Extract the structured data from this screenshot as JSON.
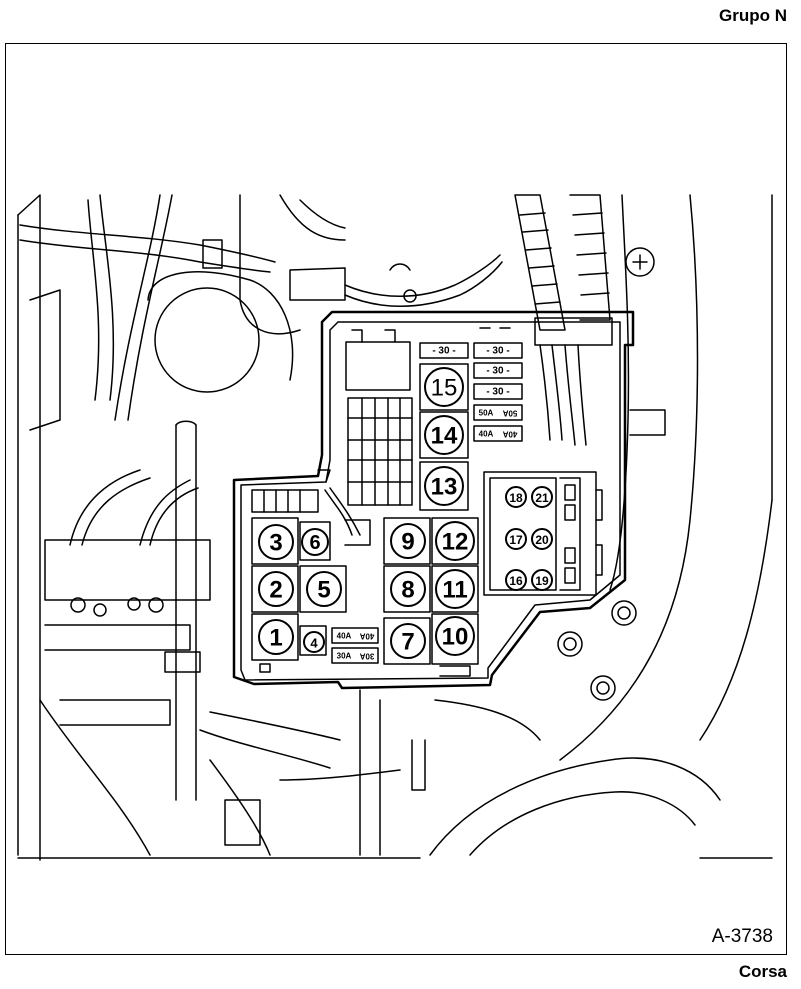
{
  "header": {
    "group": "Grupo N"
  },
  "footer": {
    "model": "Corsa"
  },
  "figure_id": "A-3738",
  "fuse_positions": [
    "1",
    "2",
    "3",
    "4",
    "5",
    "6",
    "7",
    "8",
    "9",
    "10",
    "11",
    "12",
    "13",
    "14",
    "15",
    "16",
    "17",
    "18",
    "19",
    "20",
    "21"
  ],
  "fuse_labels": {
    "f30_a": "- 30 -",
    "f30_b": "- 30 -",
    "f30_c": "- 30 -",
    "f30_d": "- 30 -",
    "f50a": "50A",
    "f50a_inv": "50A",
    "f40a_r": "40A",
    "f40a_r_inv": "40A",
    "f40a_l": "40A",
    "f40a_l_inv": "40A",
    "f30a_l": "30A",
    "f30a_l_inv": "30A"
  }
}
